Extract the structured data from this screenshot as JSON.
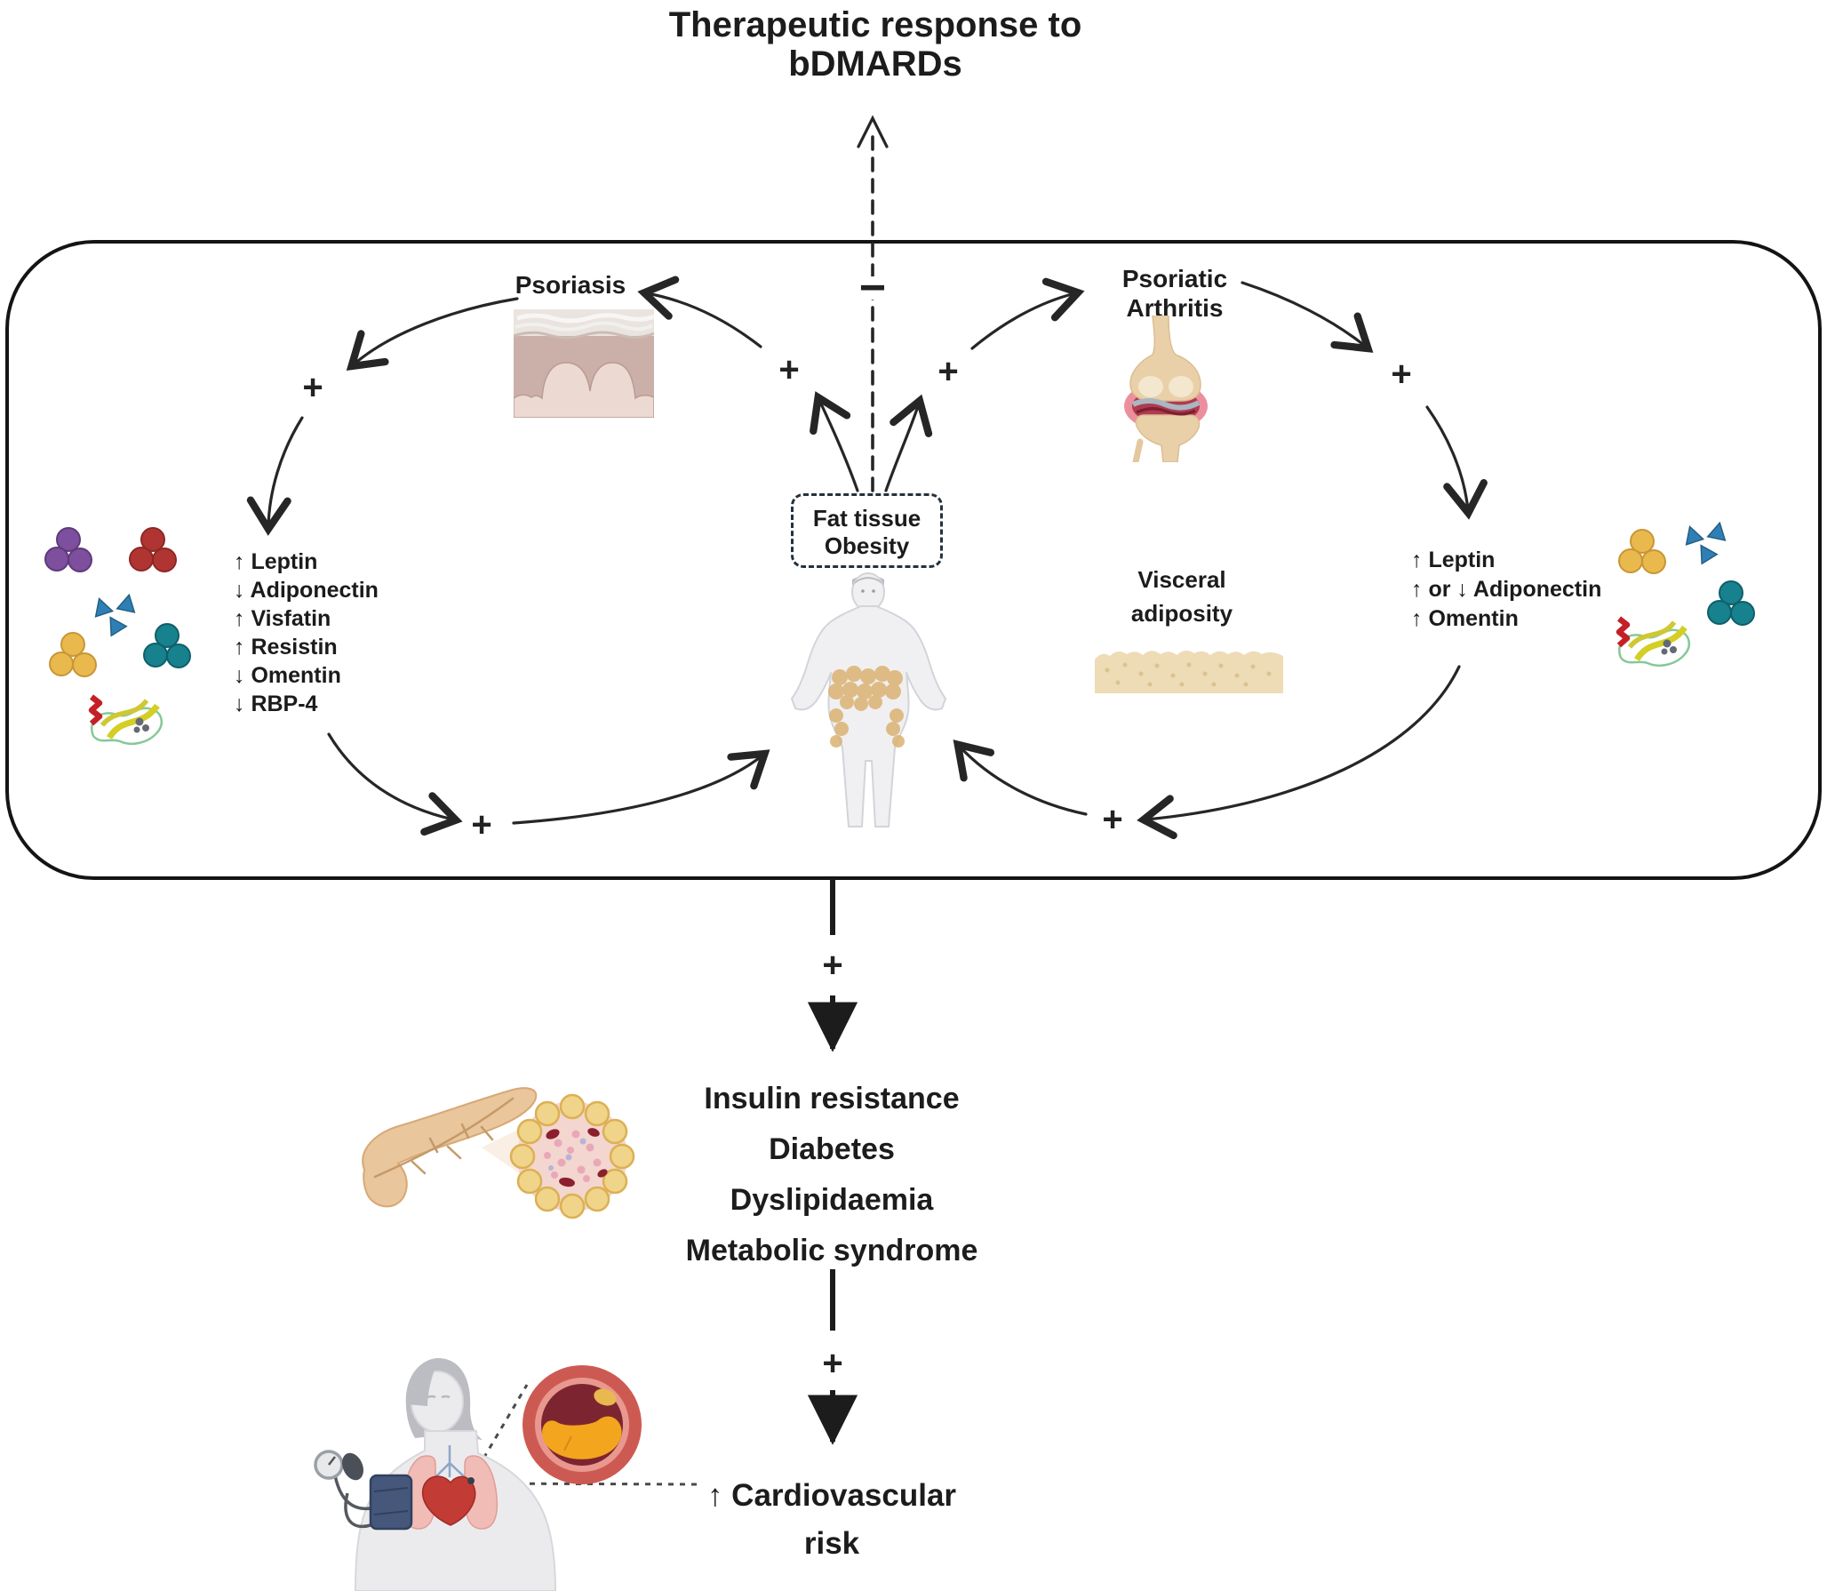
{
  "title": {
    "line1": "Therapeutic response to",
    "line2": "bDMARDs"
  },
  "signs": {
    "plus": "+",
    "minus": "−"
  },
  "nodes": {
    "psoriasis": {
      "label": "Psoriasis"
    },
    "psoriatic_arthritis": {
      "line1": "Psoriatic",
      "line2": "Arthritis"
    },
    "fat_tissue": {
      "line1": "Fat tissue",
      "line2": "Obesity"
    },
    "visceral_adiposity": {
      "line1": "Visceral",
      "line2": "adiposity"
    }
  },
  "left_adipokines": [
    "↑ Leptin",
    "↓ Adiponectin",
    "↑ Visfatin",
    "↑ Resistin",
    "↓ Omentin",
    "↓ RBP-4"
  ],
  "right_adipokines": [
    "↑ Leptin",
    "↑ or ↓ Adiponectin",
    "↑ Omentin"
  ],
  "metabolic_outcomes": [
    "Insulin resistance",
    "Diabetes",
    "Dyslipidaemia",
    "Metabolic syndrome"
  ],
  "cardiovascular_outcome": {
    "line1": "↑ Cardiovascular",
    "line2": "risk"
  },
  "icons": {
    "skin-icon": "psoriatic skin cross-section",
    "knee-joint-icon": "inflamed knee joint",
    "obese-person-icon": "obese body with fat deposits",
    "adipose-tissue-icon": "visceral adipose tissue strip",
    "adipokine-molecules-left-icon": "adipokine molecule cluster",
    "adipokine-molecules-right-icon": "adipokine molecule cluster",
    "pancreas-islet-icon": "pancreas with islet magnification",
    "cardiovascular-patient-icon": "patient with blood-pressure cuff and atherosclerotic artery"
  },
  "colors": {
    "arrow": "#262626",
    "fat_deposits": "#dcb477",
    "adipose_strip": "#eddcb6",
    "inflammation_ring": "#ec8f9d",
    "bone": "#e9d0a9",
    "molecule_purple": "#7d4f9e",
    "molecule_red": "#b03532",
    "molecule_blue": "#2f7fb5",
    "molecule_yellow": "#e9b94d",
    "molecule_teal": "#17818d",
    "artery_red": "#cd5a52",
    "plaque_yellow": "#f3a51d",
    "cuff_navy": "#45577a"
  }
}
